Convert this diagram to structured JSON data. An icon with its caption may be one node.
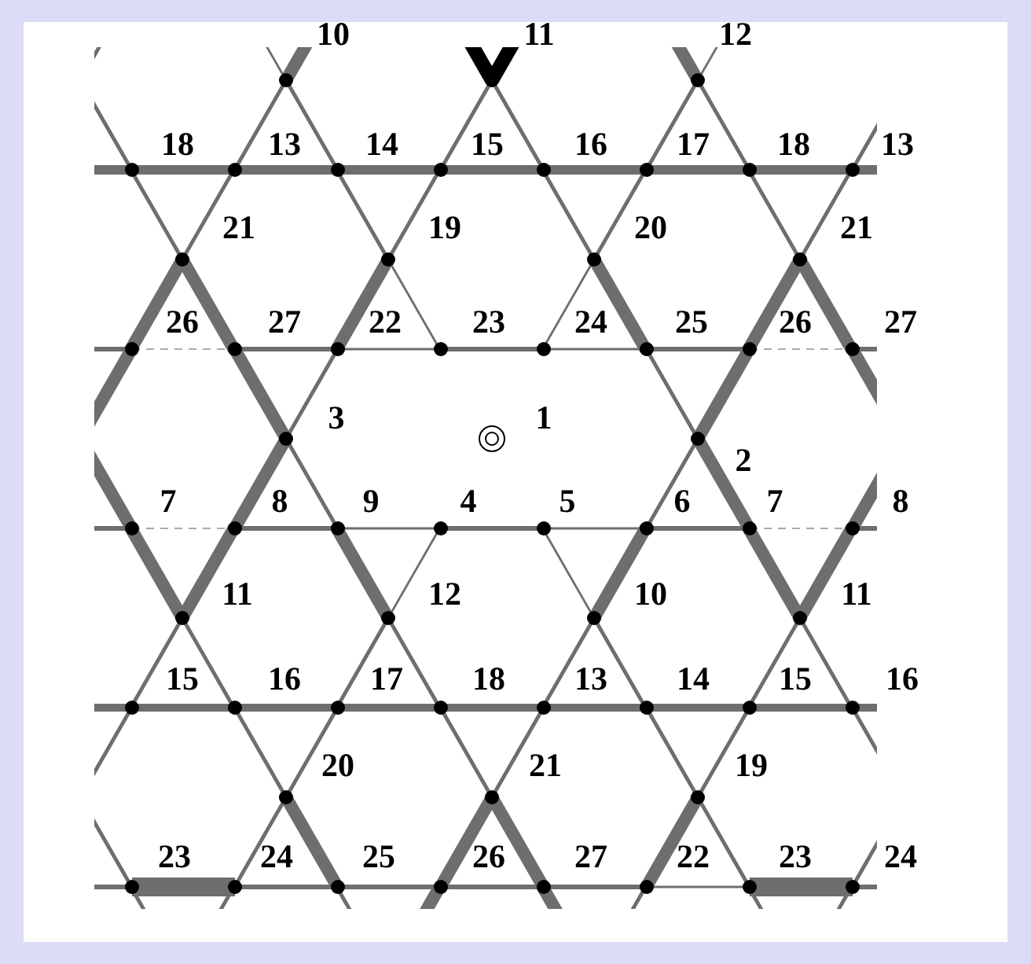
{
  "diagram": {
    "labels": [
      "10",
      "11",
      "12",
      "18",
      "13",
      "14",
      "15",
      "16",
      "17",
      "18",
      "13",
      "21",
      "19",
      "20",
      "21",
      "26",
      "27",
      "22",
      "23",
      "24",
      "25",
      "26",
      "27",
      "3",
      "1",
      "2",
      "7",
      "8",
      "9",
      "4",
      "5",
      "6",
      "7",
      "8",
      "11",
      "12",
      "10",
      "11",
      "15",
      "16",
      "17",
      "18",
      "13",
      "14",
      "15",
      "16",
      "20",
      "21",
      "19",
      "23",
      "24",
      "25",
      "26",
      "27",
      "22",
      "23",
      "24"
    ]
  }
}
